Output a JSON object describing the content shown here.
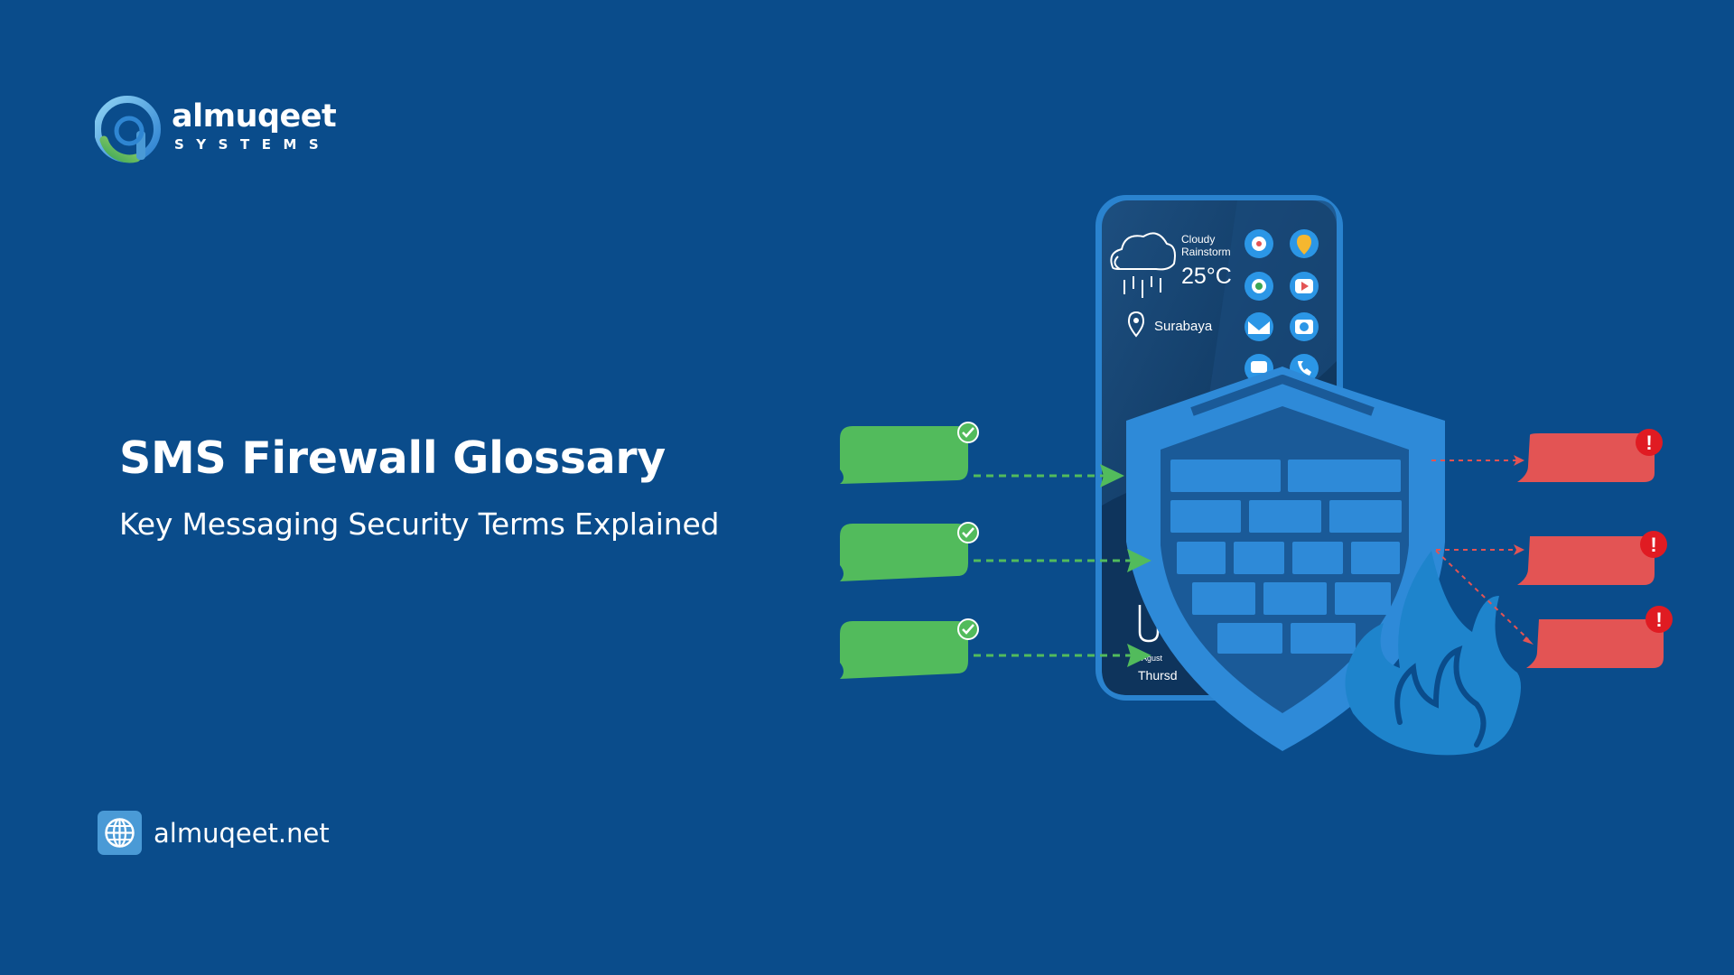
{
  "brand": {
    "name": "almuqeet",
    "tagline": "SYSTEMS"
  },
  "hero": {
    "title": "SMS Firewall Glossary",
    "subtitle": "Key Messaging Security Terms Explained"
  },
  "website": {
    "url": "almuqeet.net",
    "icon": "globe-icon"
  },
  "phone": {
    "weather_condition_1": "Cloudy",
    "weather_condition_2": "Rainstorm",
    "temperature": "25°C",
    "location": "Surabaya",
    "date_partial": "Agust",
    "day_partial": "Thursd"
  },
  "colors": {
    "background": "#0a4c8b",
    "allowed_message": "#52bb5c",
    "blocked_message": "#e35454",
    "shield": "#2e8ad8",
    "fire": "#1e84cc",
    "alert": "#e01b22"
  }
}
